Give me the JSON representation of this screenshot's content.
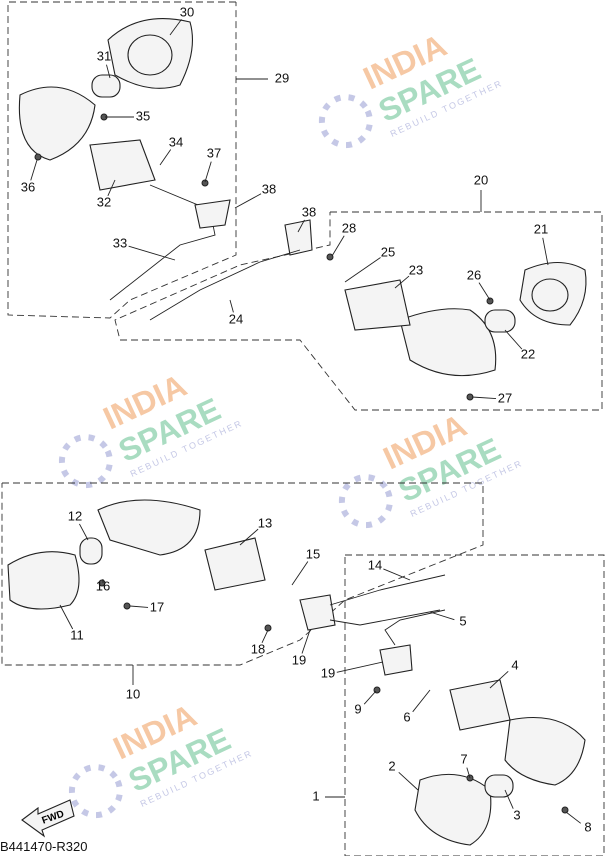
{
  "diagram_code": "B441470-R320",
  "fwd_label": "FWD",
  "watermark": {
    "line1": "INDIA",
    "line2": "SPARE",
    "tagline": "REBUILD TOGETHER"
  },
  "callouts": [
    "30",
    "31",
    "29",
    "35",
    "34",
    "37",
    "36",
    "32",
    "38",
    "20",
    "38",
    "21",
    "28",
    "25",
    "23",
    "26",
    "33",
    "24",
    "22",
    "27",
    "12",
    "13",
    "15",
    "14",
    "16",
    "17",
    "11",
    "5",
    "18",
    "19",
    "19",
    "4",
    "10",
    "9",
    "6",
    "7",
    "2",
    "1",
    "3",
    "8"
  ]
}
